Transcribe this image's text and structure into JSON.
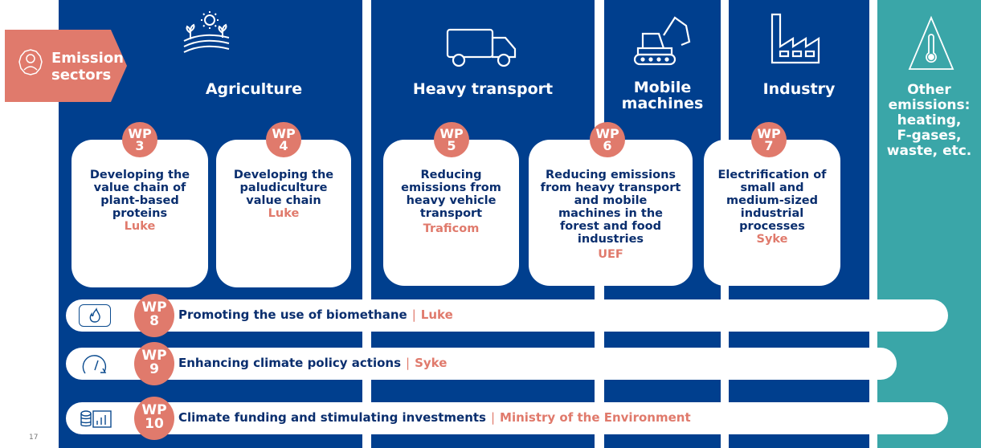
{
  "ribbon": {
    "line1": "Emission",
    "line2": "sectors"
  },
  "columns": {
    "agriculture": {
      "label": "Agriculture"
    },
    "heavy_transport": {
      "label": "Heavy transport"
    },
    "mobile": {
      "line1": "Mobile",
      "line2": "machines"
    },
    "industry": {
      "label": "Industry"
    },
    "other": {
      "line1": "Other",
      "line2": "emissions:",
      "line3": "heating,",
      "line4": "F-gases,",
      "line5": "waste, etc."
    }
  },
  "cards": [
    {
      "wp": "WP",
      "num": "3",
      "lines": [
        "Developing the",
        "value chain of",
        "plant-based",
        "proteins"
      ],
      "owner": "Luke"
    },
    {
      "wp": "WP",
      "num": "4",
      "lines": [
        "Developing the",
        "paludiculture",
        "value chain"
      ],
      "owner": "Luke"
    },
    {
      "wp": "WP",
      "num": "5",
      "lines": [
        "Reducing",
        "emissions from",
        "heavy vehicle",
        "transport"
      ],
      "owner": "Traficom"
    },
    {
      "wp": "WP",
      "num": "6",
      "lines": [
        "Reducing emissions",
        "from heavy transport",
        "and mobile",
        "machines in the",
        "forest and food",
        "industries"
      ],
      "owner": "UEF"
    },
    {
      "wp": "WP",
      "num": "7",
      "lines": [
        "Electrification of",
        "small and",
        "medium-sized",
        "industrial",
        "processes"
      ],
      "owner": "Syke"
    }
  ],
  "bars": [
    {
      "wp": "WP",
      "num": "8",
      "text": "Promoting the use of biomethane",
      "sep": "|",
      "owner": "Luke",
      "icon": "flame-icon"
    },
    {
      "wp": "WP",
      "num": "9",
      "text": "Enhancing climate policy actions",
      "sep": "|",
      "owner": "Syke",
      "icon": "gauge-icon"
    },
    {
      "wp": "WP",
      "num": "10",
      "text": "Climate funding and stimulating investments",
      "sep": "|",
      "owner": "Ministry of the Environment",
      "icon": "coins-chart-icon"
    }
  ],
  "page_number": "17",
  "colors": {
    "navy": "#003f8e",
    "teal": "#3aa6a8",
    "coral": "#e07a6c",
    "text": "#0a2e6e"
  }
}
